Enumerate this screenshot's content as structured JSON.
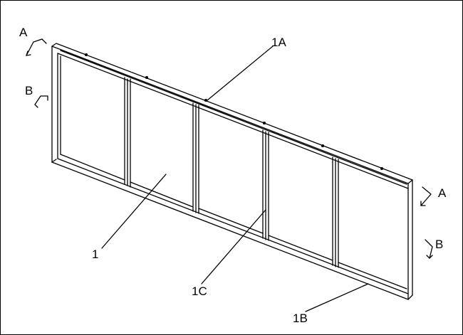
{
  "figure": {
    "labels": {
      "panel": "1",
      "top_rail": "1A",
      "bottom_rail": "1B",
      "mullion": "1C",
      "section_a": "A",
      "section_b": "B"
    },
    "colors": {
      "line": "#000000",
      "background": "#ffffff"
    }
  }
}
